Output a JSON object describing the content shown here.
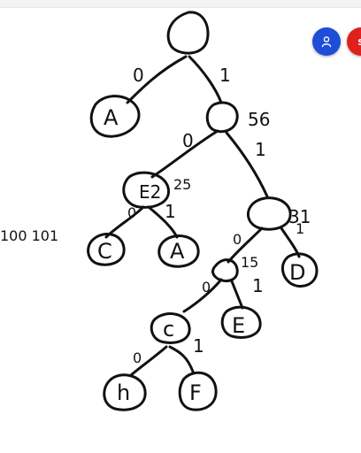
{
  "diagram": {
    "nodes": [
      {
        "id": "root",
        "label": ""
      },
      {
        "id": "A",
        "label": "A"
      },
      {
        "id": "n56",
        "label": ""
      },
      {
        "id": "E2",
        "label": "E2"
      },
      {
        "id": "n_right",
        "label": ""
      },
      {
        "id": "C",
        "label": "C"
      },
      {
        "id": "A2",
        "label": "A"
      },
      {
        "id": "n15",
        "label": ""
      },
      {
        "id": "D",
        "label": "D"
      },
      {
        "id": "c",
        "label": "c"
      },
      {
        "id": "E",
        "label": "E"
      },
      {
        "id": "h",
        "label": "h"
      },
      {
        "id": "F",
        "label": "F"
      }
    ],
    "edge_labels": {
      "root_left": "0",
      "root_right": "1",
      "n56_left": "0",
      "n56_right": "1",
      "E2_left": "0",
      "E2_right": "1",
      "right_left": "0",
      "right_right": "1",
      "n15_left": "0",
      "n15_right": "1",
      "c_left": "0",
      "c_right": "1"
    },
    "annotations": {
      "weight_56": "56",
      "weight_25": "25",
      "weight_31": "31",
      "weight_15": "15",
      "side_codes": "100 101"
    }
  },
  "controls": {
    "user_button_icon": "user-icon",
    "share_button_label": "s"
  }
}
